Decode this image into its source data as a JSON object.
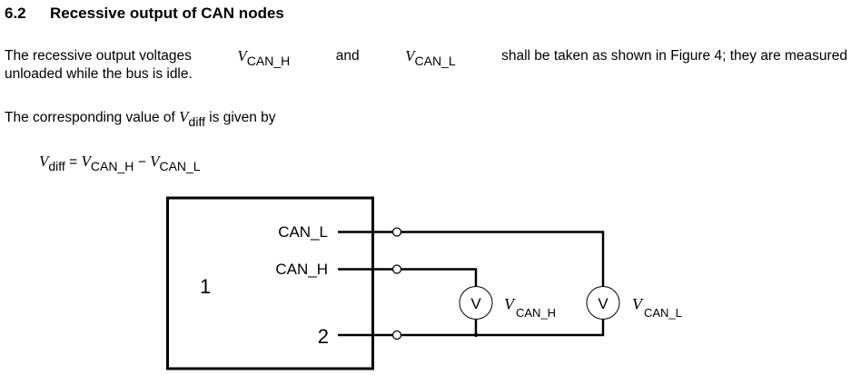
{
  "section": {
    "number": "6.2",
    "title": "Recessive output of CAN nodes"
  },
  "paragraph1": {
    "t1": "The recessive output voltages",
    "var1": "V",
    "sub1": "CAN_H",
    "t2": "and",
    "var2": "V",
    "sub2": "CAN_L",
    "t3": "shall be taken as shown in Figure 4; they are measured",
    "line2": "unloaded while the bus is idle."
  },
  "paragraph2": {
    "t1": "The corresponding value of",
    "var": "V",
    "sub": "diff",
    "t2": "is given by"
  },
  "equation": {
    "lhs_var": "V",
    "lhs_sub": "diff",
    "eq": "=",
    "a_var": "V",
    "a_sub": "CAN_H",
    "minus": "−",
    "b_var": "V",
    "b_sub": "CAN_L"
  },
  "diagram": {
    "node_label": "1",
    "ground_label": "2",
    "pin_can_l": "CAN_L",
    "pin_can_h": "CAN_H",
    "voltmeter_glyph": "V",
    "meter_h_var": "V",
    "meter_h_sub": "CAN_H",
    "meter_l_var": "V",
    "meter_l_sub": "CAN_L"
  }
}
